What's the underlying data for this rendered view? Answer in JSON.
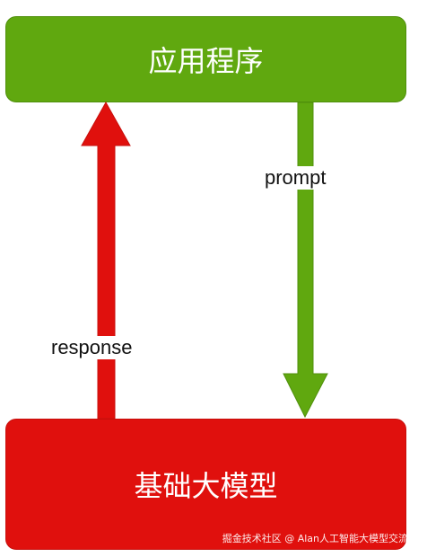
{
  "diagram": {
    "top_box_label": "应用程序",
    "bottom_box_label": "基础大模型",
    "arrows": {
      "prompt": {
        "label": "prompt",
        "color": "#60a80f",
        "direction": "down"
      },
      "response": {
        "label": "response",
        "color": "#e0100d",
        "direction": "up"
      }
    }
  },
  "watermark": {
    "text": "掘金技术社区 @ Alan人工智能大模型交流群"
  },
  "colors": {
    "app_green": "#60a80f",
    "model_red": "#e0100d",
    "background": "#ffffff"
  }
}
